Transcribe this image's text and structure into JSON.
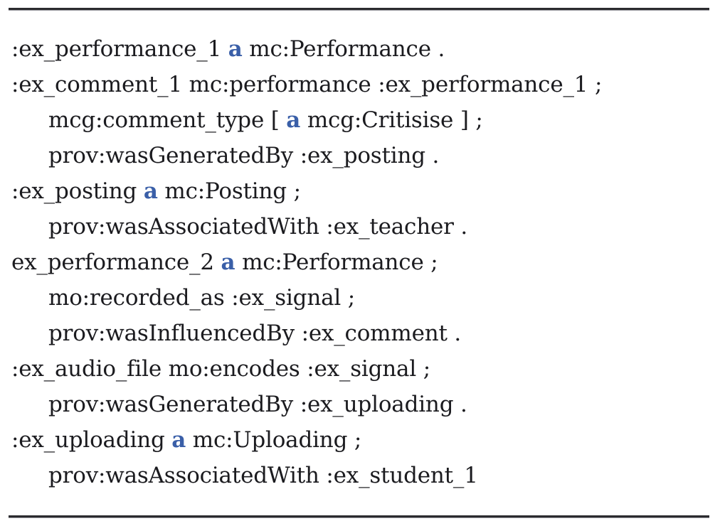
{
  "figure": {
    "type": "code-listing",
    "language": "turtle-rdf",
    "accent_color": "#3a5fa8",
    "text_color": "#1b1b1f",
    "rule_color": "#2b2b2f",
    "background": "#ffffff",
    "keyword": "a",
    "rules": {
      "top_label": "top-horizontal-rule",
      "bottom_label": "bottom-horizontal-rule"
    },
    "lines": [
      {
        "indent": 0,
        "text": ":ex_performance_1 a mc:Performance .",
        "before": ":ex_performance_1 ",
        "keyword": "a",
        "after": " mc:Performance ."
      },
      {
        "indent": 0,
        "text": ":ex_comment_1 mc:performance :ex_performance_1 ;",
        "before": ":ex_comment_1 mc:performance :ex_performance_1 ;",
        "keyword": "",
        "after": ""
      },
      {
        "indent": 1,
        "text": "mcg:comment_type [ a mcg:Critisise ] ;",
        "before": "mcg:comment_type [ ",
        "keyword": "a",
        "after": " mcg:Critisise ] ;"
      },
      {
        "indent": 1,
        "text": "prov:wasGeneratedBy :ex_posting .",
        "before": "prov:wasGeneratedBy :ex_posting .",
        "keyword": "",
        "after": ""
      },
      {
        "indent": 0,
        "text": ":ex_posting a mc:Posting ;",
        "before": ":ex_posting ",
        "keyword": "a",
        "after": " mc:Posting ;"
      },
      {
        "indent": 1,
        "text": "prov:wasAssociatedWith :ex_teacher .",
        "before": "prov:wasAssociatedWith :ex_teacher .",
        "keyword": "",
        "after": ""
      },
      {
        "indent": 0,
        "text": "ex_performance_2 a mc:Performance ;",
        "before": "ex_performance_2 ",
        "keyword": "a",
        "after": " mc:Performance ;"
      },
      {
        "indent": 1,
        "text": "mo:recorded_as :ex_signal ;",
        "before": "mo:recorded_as :ex_signal ;",
        "keyword": "",
        "after": ""
      },
      {
        "indent": 1,
        "text": "prov:wasInfluencedBy :ex_comment .",
        "before": "prov:wasInfluencedBy :ex_comment .",
        "keyword": "",
        "after": ""
      },
      {
        "indent": 0,
        "text": ":ex_audio_file mo:encodes :ex_signal ;",
        "before": ":ex_audio_file mo:encodes :ex_signal ;",
        "keyword": "",
        "after": ""
      },
      {
        "indent": 1,
        "text": "prov:wasGeneratedBy :ex_uploading .",
        "before": "prov:wasGeneratedBy :ex_uploading .",
        "keyword": "",
        "after": ""
      },
      {
        "indent": 0,
        "text": ":ex_uploading a mc:Uploading ;",
        "before": ":ex_uploading ",
        "keyword": "a",
        "after": " mc:Uploading ;"
      },
      {
        "indent": 1,
        "text": "prov:wasAssociatedWith :ex_student_1",
        "before": "prov:wasAssociatedWith :ex_student_1",
        "keyword": "",
        "after": ""
      }
    ]
  }
}
